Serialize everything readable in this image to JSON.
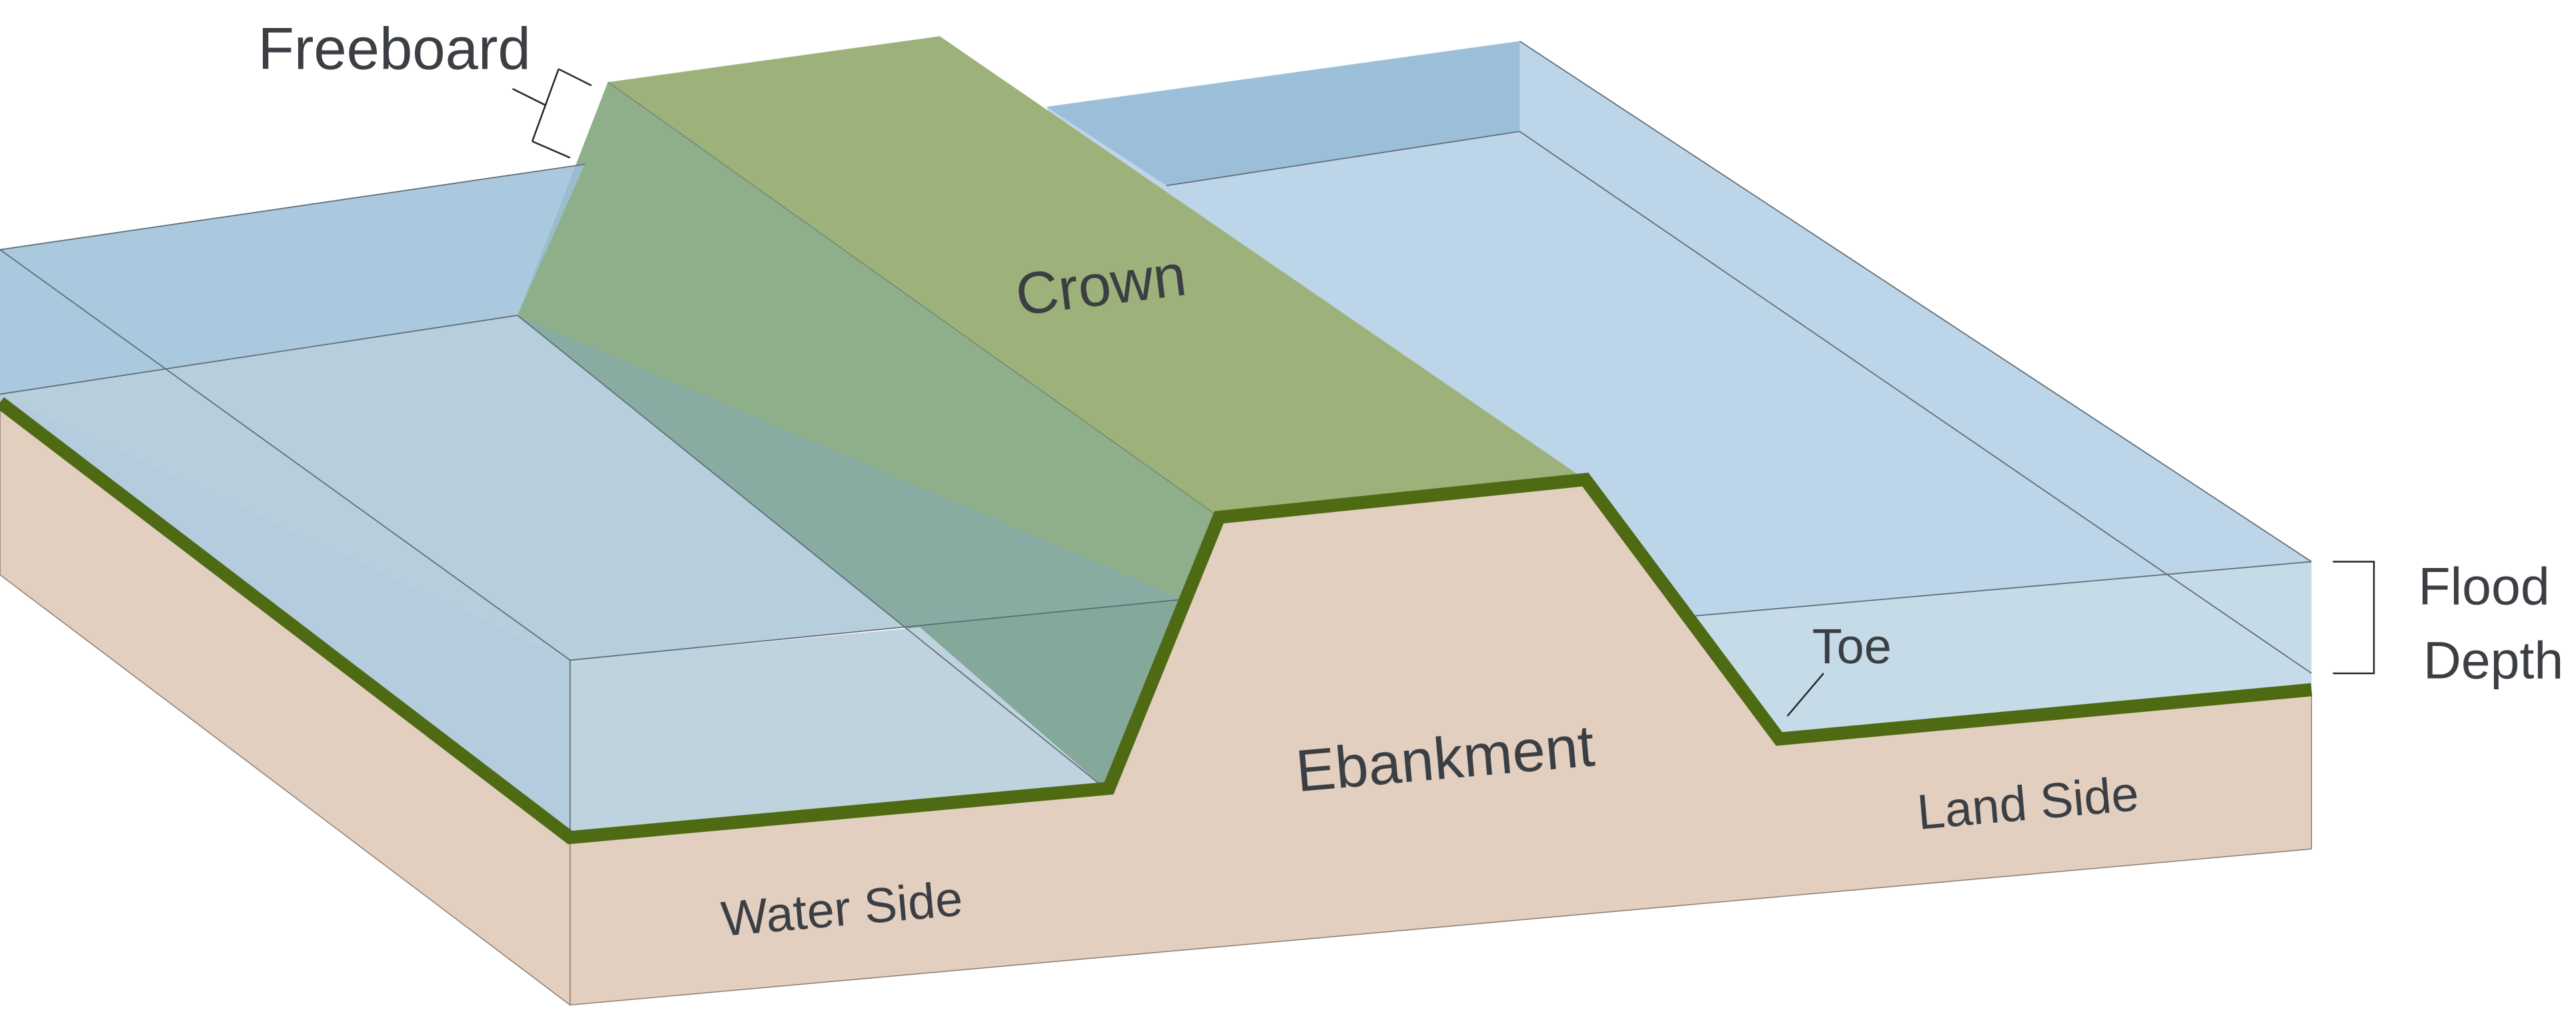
{
  "title": "Levee cross-section diagram",
  "labels": {
    "freeboard": "Freeboard",
    "crown": "Crown",
    "embankment": "Ebankment",
    "water_side": "Water Side",
    "land_side": "Land Side",
    "toe": "Toe",
    "flood_depth_line1": "Flood",
    "flood_depth_line2": "Depth"
  },
  "colors": {
    "soil": "#e2cfbf",
    "grass": "#4e6a13",
    "crown": "#9db27a",
    "water_left": "#9bbfd8",
    "water_right": "#bdd5e8",
    "text": "#3b3f44"
  }
}
